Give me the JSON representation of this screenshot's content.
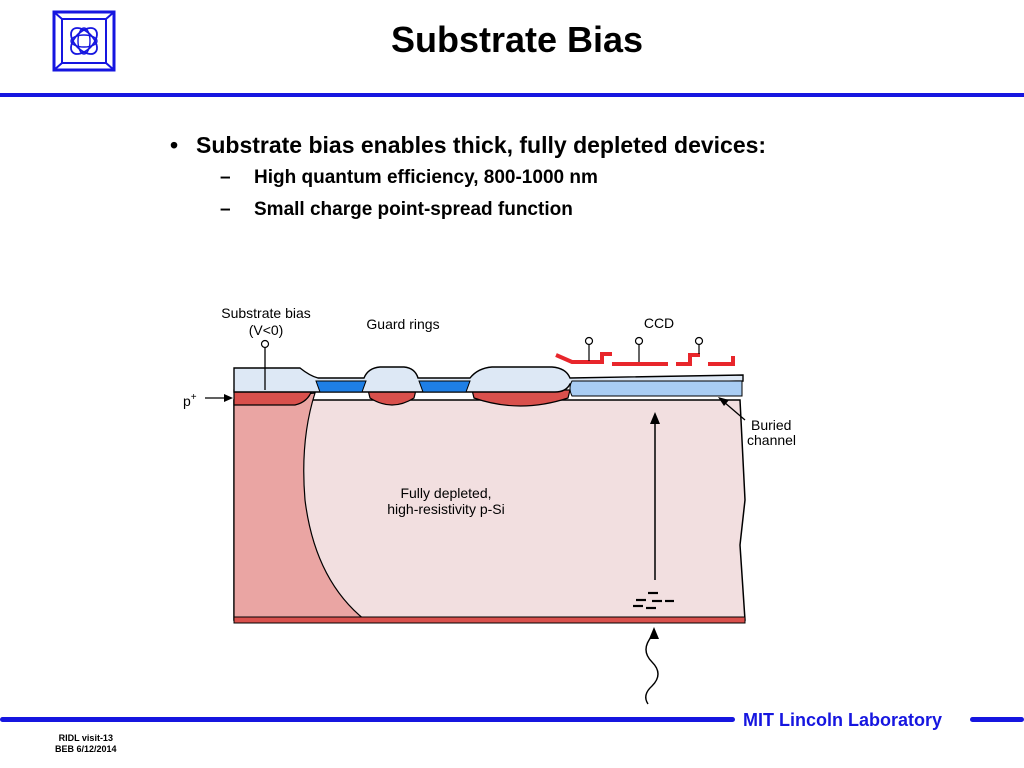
{
  "slide": {
    "title": "Substrate Bias",
    "bullets": [
      {
        "text": "Substrate bias enables thick, fully depleted devices:",
        "sub": [
          "High quantum efficiency, 800-1000 nm",
          "Small charge point-spread function"
        ]
      }
    ]
  },
  "diagram": {
    "labels": {
      "substrate_bias": "Substrate bias",
      "substrate_bias_cond": "(V<0)",
      "guard_rings": "Guard rings",
      "ccd": "CCD",
      "p_plus": "p",
      "p_plus_sup": "+",
      "buried": "Buried",
      "channel": "channel",
      "depleted_1": "Fully depleted,",
      "depleted_2": "high-resistivity p-Si"
    },
    "colors": {
      "bulk_fill": "#f2dfe0",
      "p_plus_fill": "#d9504c",
      "undepleted_fill": "#eaa5a3",
      "guard_ring_fill": "#1e7fe6",
      "buried_channel_fill": "#a9cdf3",
      "oxide_fill": "#dde8f5",
      "gate_red": "#e8262b"
    }
  },
  "footer": {
    "lab": "MIT Lincoln Laboratory",
    "meta_1": "RIDL visit-13",
    "meta_2": "BEB 6/12/2014"
  }
}
